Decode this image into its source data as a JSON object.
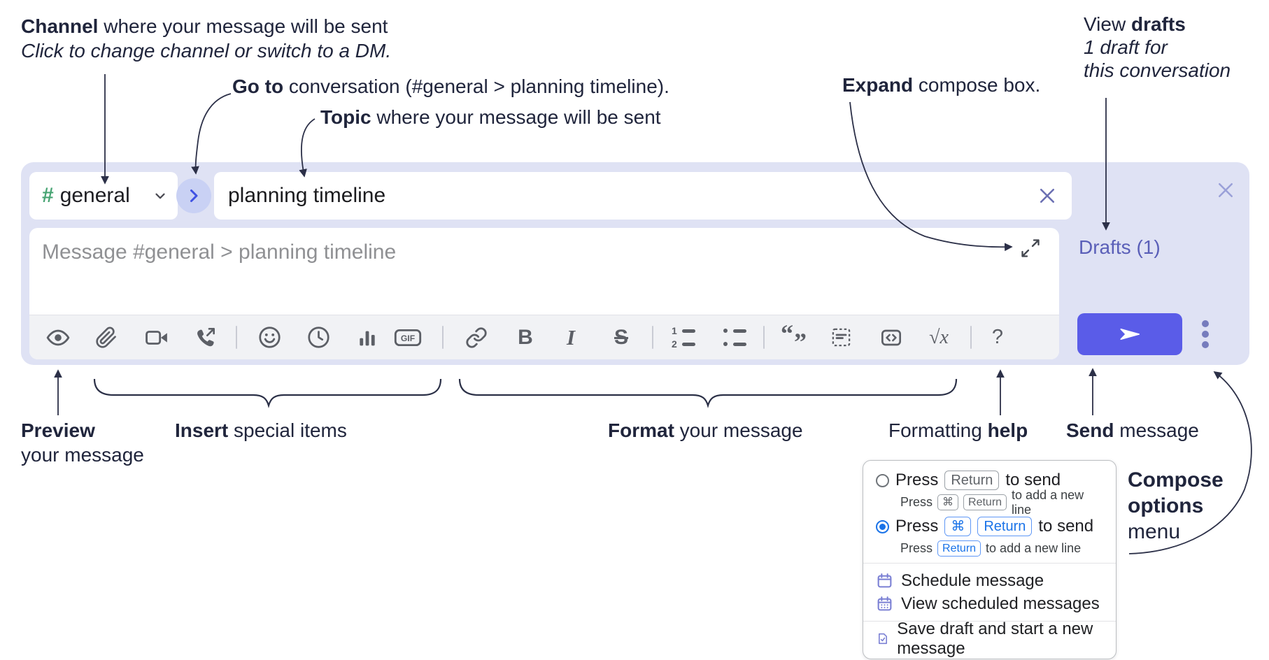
{
  "colors": {
    "panel_bg": "#dfe2f4",
    "accent_indigo": "#5a5ce8",
    "drafts_link_purple": "#5a5fb8",
    "hash_green": "#47a473",
    "go_chevron_blue": "#3f51e3",
    "toolbar_icon_gray": "#5c5f66",
    "annotation_ink": "#20253c",
    "radio_blue": "#1a73e8",
    "menu_icon_purple": "#7b80d4"
  },
  "annotations": {
    "channel": {
      "bold": "Channel",
      "rest": " where your message will be sent",
      "sub": "Click to change channel or switch to a DM."
    },
    "goto": {
      "bold": "Go to",
      "rest": " conversation (#general > planning timeline)."
    },
    "topic": {
      "bold": "Topic",
      "rest": " where your message will be sent"
    },
    "expand": {
      "bold": "Expand",
      "rest": " compose box."
    },
    "view_drafts": {
      "pre": "View ",
      "bold": "drafts",
      "line2": "1 draft for",
      "line3": "this conversation"
    },
    "preview": {
      "bold": "Preview",
      "line2": "your message"
    },
    "insert": {
      "bold": "Insert",
      "rest": " special items"
    },
    "format": {
      "bold": "Format",
      "rest": " your message"
    },
    "help": {
      "pre": "Formatting ",
      "bold": "help"
    },
    "send": {
      "bold": "Send",
      "rest": " message"
    },
    "compose_options": {
      "line1": "Compose",
      "line2": "options",
      "line3": "menu"
    }
  },
  "compose": {
    "channel": {
      "hash": "#",
      "name": "general"
    },
    "topic_value": "planning timeline",
    "message_placeholder": "Message #general > planning timeline",
    "drafts_link": "Drafts (1)"
  },
  "toolbar": {
    "icons": [
      "eye-preview",
      "paperclip-attach",
      "video-camera",
      "phone-call",
      "emoji-smiley",
      "clock-schedule",
      "bar-chart-poll",
      "gif",
      "link",
      "bold",
      "italic",
      "strikethrough",
      "ordered-list",
      "bulleted-list",
      "blockquote",
      "code-block",
      "inline-code",
      "formula",
      "help"
    ],
    "gif_label": "GIF",
    "bold_label": "B",
    "italic_label": "I",
    "strike_label": "S",
    "ol_1": "1",
    "ol_2": "2",
    "quote_open": "“",
    "quote_close": "”",
    "formula_label": "√x",
    "help_label": "?"
  },
  "popup": {
    "option_return": {
      "press": "Press",
      "key_return": "Return",
      "to_send": "to send",
      "sub": {
        "press": "Press",
        "key_cmd": "⌘",
        "key_return": "Return",
        "rest": "to add a new line"
      }
    },
    "option_cmd_return": {
      "press": "Press",
      "key_cmd": "⌘",
      "key_return": "Return",
      "to_send": "to send",
      "sub": {
        "press": "Press",
        "key_return": "Return",
        "rest": "to add a new line"
      }
    },
    "menu_items": [
      "Schedule message",
      "View scheduled messages",
      "Save draft and start a new message"
    ]
  }
}
